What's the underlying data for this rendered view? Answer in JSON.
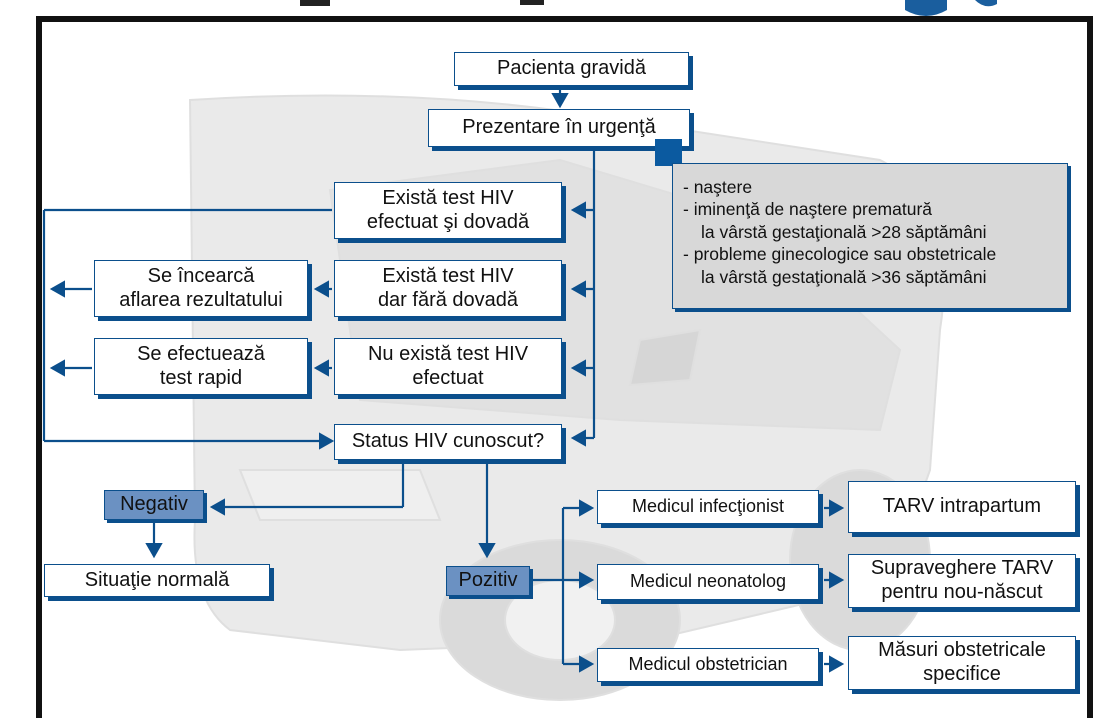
{
  "nodes": {
    "pacienta": "Pacienta gravidă",
    "prezentare": "Prezentare în urgenţă",
    "test_dovada": "Există test HIV\nefectuat şi dovadă",
    "test_fara_dovada": "Există test HIV\ndar fără dovadă",
    "fara_test": "Nu există test HIV\nefectuat",
    "incearca": "Se încearcă\naflarea rezultatului",
    "rapid": "Se efectuează\ntest rapid",
    "status": "Status HIV cunoscut?",
    "negativ": "Negativ",
    "pozitiv": "Pozitiv",
    "normala": "Situaţie normală",
    "infectionist": "Medicul infecţionist",
    "neonatolog": "Medicul neonatolog",
    "obstetrician": "Medicul obstetrician",
    "tarv_intrapartum": "TARV intrapartum",
    "supraveghere": "Supraveghere TARV\npentru nou-născut",
    "masuri": "Măsuri obstetricale\nspecifice"
  },
  "note": {
    "lines": [
      "- naştere",
      "- iminenţă de naştere prematură",
      "la vârstă gestaţională >28 săptămâni",
      "- probleme ginecologice sau obstetricale",
      "la vârstă gestaţională >36 săptămâni"
    ]
  },
  "colors": {
    "arrow": "#0b4f8c",
    "highlight_box": "#6b91c2",
    "note_background": "#d8d8d8",
    "frame": "#111111"
  }
}
